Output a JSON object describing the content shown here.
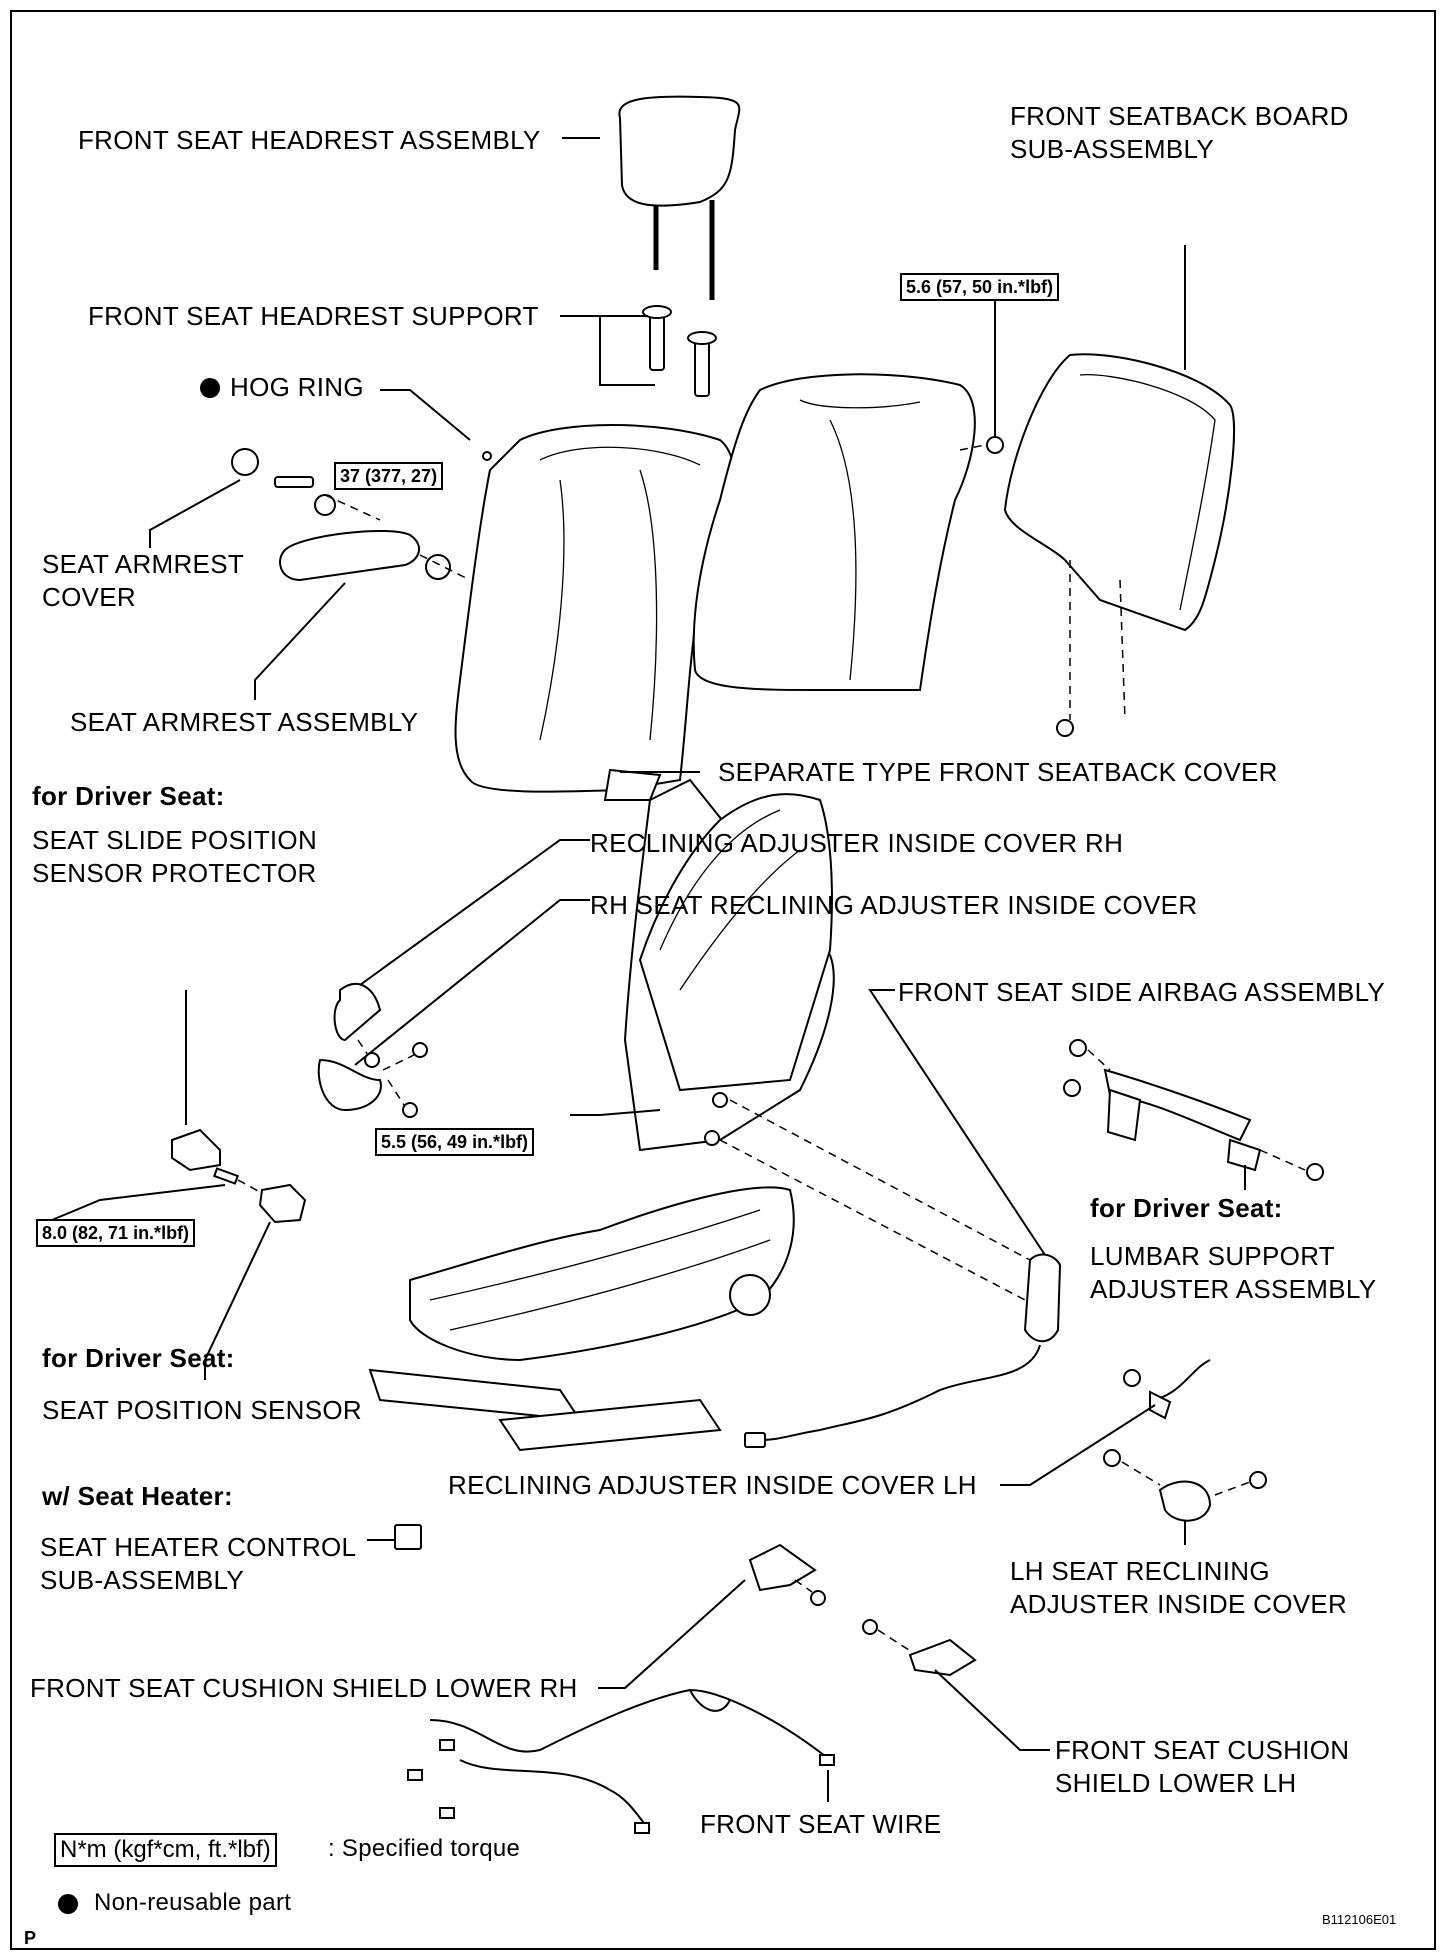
{
  "labels": {
    "headrest": "FRONT SEAT HEADREST ASSEMBLY",
    "headrest_support": "FRONT SEAT HEADREST SUPPORT",
    "hog_ring": "HOG RING",
    "armrest_cover_1": "SEAT ARMREST",
    "armrest_cover_2": "COVER",
    "armrest_assembly": "SEAT ARMREST ASSEMBLY",
    "seatback_board_1": "FRONT SEATBACK BOARD",
    "seatback_board_2": "SUB-ASSEMBLY",
    "seatback_cover": "SEPARATE TYPE FRONT SEATBACK COVER",
    "driver_seat_1": "for Driver Seat:",
    "slide_sensor_protector_1": "SEAT SLIDE POSITION",
    "slide_sensor_protector_2": "SENSOR PROTECTOR",
    "recl_cover_rh": "RECLINING ADJUSTER INSIDE COVER RH",
    "rh_recl_cover": "RH SEAT RECLINING ADJUSTER INSIDE COVER",
    "side_airbag": "FRONT SEAT SIDE AIRBAG ASSEMBLY",
    "driver_seat_2": "for Driver Seat:",
    "lumbar_1": "LUMBAR SUPPORT",
    "lumbar_2": "ADJUSTER ASSEMBLY",
    "driver_seat_3": "for Driver Seat:",
    "seat_position_sensor": "SEAT POSITION SENSOR",
    "seat_heater_cond": "w/ Seat Heater:",
    "heater_control_1": "SEAT HEATER CONTROL",
    "heater_control_2": "SUB-ASSEMBLY",
    "recl_cover_lh": "RECLINING ADJUSTER INSIDE COVER LH",
    "lh_recl_cover_1": "LH SEAT RECLINING",
    "lh_recl_cover_2": "ADJUSTER INSIDE COVER",
    "cushion_shield_rh": "FRONT SEAT CUSHION SHIELD LOWER RH",
    "cushion_shield_lh_1": "FRONT SEAT CUSHION",
    "cushion_shield_lh_2": "SHIELD LOWER LH",
    "seat_wire": "FRONT SEAT WIRE"
  },
  "torques": {
    "board": "5.6 (57, 50 in.*lbf)",
    "armrest": "37 (377, 27)",
    "recliner": "5.5 (56, 49 in.*lbf)",
    "sensor": "8.0 (82, 71 in.*lbf)"
  },
  "legend": {
    "torque_box": "N*m (kgf*cm, ft.*lbf)",
    "torque_text": ": Specified torque",
    "nonreusable_text": "Non-reusable part"
  },
  "footer": {
    "page_letter": "P",
    "figure_code": "B112106E01"
  }
}
